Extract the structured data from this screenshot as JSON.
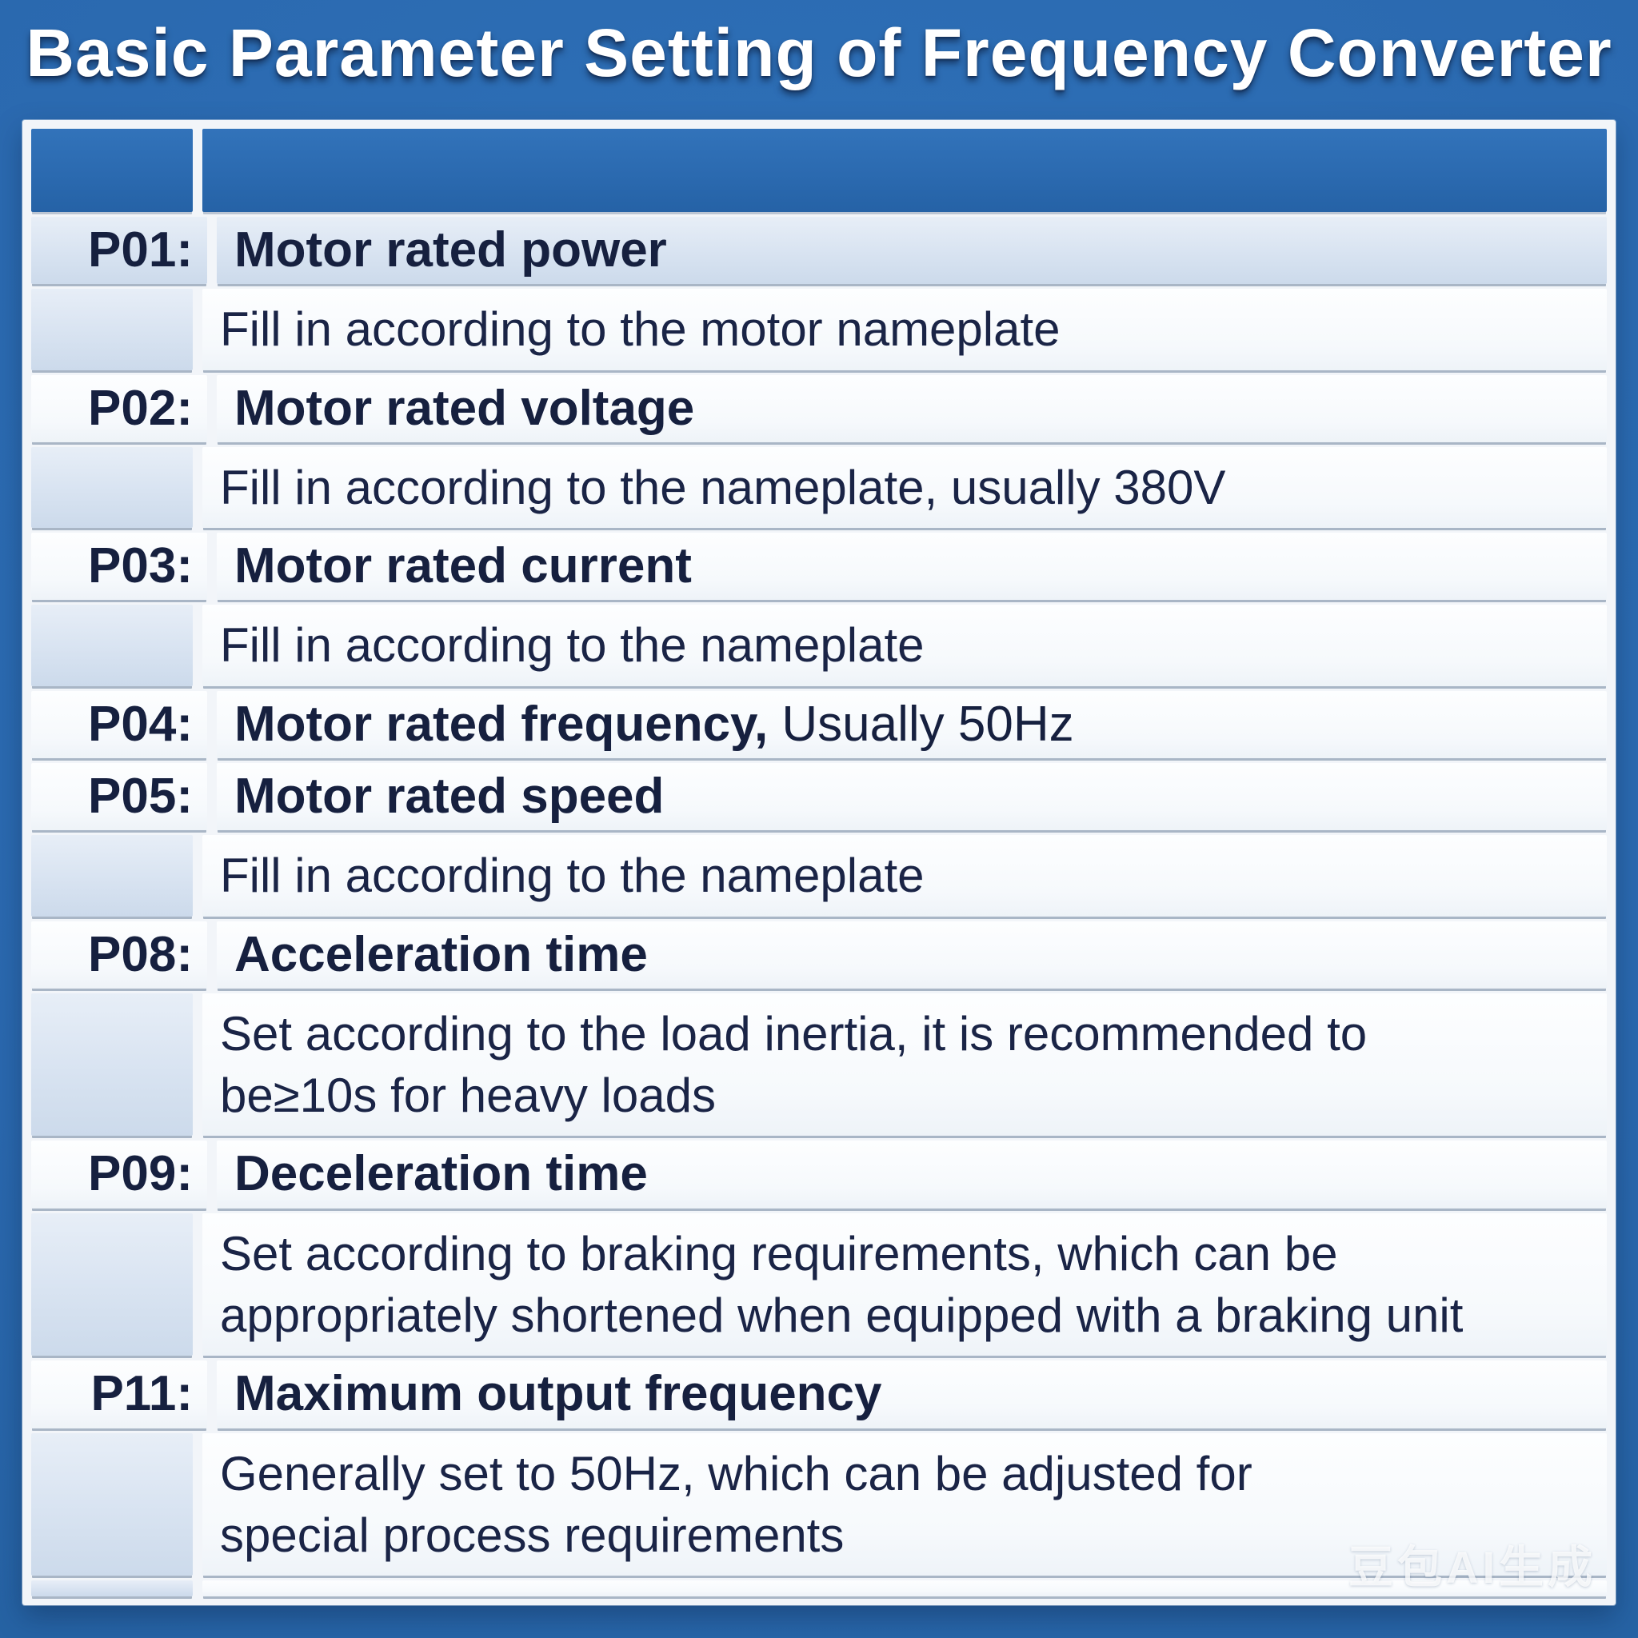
{
  "title": "Basic Parameter Setting of Frequency Converter",
  "watermark": "豆包AI生成",
  "colors": {
    "background_blue": "#2a68ae",
    "header_row_blue": "#2b6ab0",
    "text_navy": "#16203f",
    "highlight_lightblue": "#d8e3f1",
    "cell_white": "#f8fafc",
    "separator_gray": "#a9b6c6",
    "title_white": "#ffffff"
  },
  "table": {
    "rows": [
      {
        "type": "header"
      },
      {
        "type": "label",
        "param": "P01:",
        "name": "Motor rated power",
        "highlight": true
      },
      {
        "type": "desc",
        "text": "Fill in according to the motor nameplate"
      },
      {
        "type": "label",
        "param": "P02:",
        "name": "Motor rated voltage"
      },
      {
        "type": "desc",
        "text": "Fill in according to the nameplate, usually 380V"
      },
      {
        "type": "label",
        "param": "P03:",
        "name": "Motor rated current"
      },
      {
        "type": "desc",
        "text": "Fill in according to the nameplate"
      },
      {
        "type": "label",
        "param": "P04:",
        "name": "Motor rated frequency,",
        "suffix": " Usually 50Hz"
      },
      {
        "type": "label",
        "param": "P05:",
        "name": "Motor rated speed"
      },
      {
        "type": "desc",
        "text": "Fill in according to the nameplate"
      },
      {
        "type": "label",
        "param": "P08:",
        "name": "Acceleration time"
      },
      {
        "type": "desc",
        "text": "Set according to the load inertia, it is recommended to\nbe≥10s for heavy loads"
      },
      {
        "type": "label",
        "param": "P09:",
        "name": "Deceleration time"
      },
      {
        "type": "desc",
        "text": "Set according to braking requirements, which can be\nappropriately shortened when equipped with a braking unit"
      },
      {
        "type": "label",
        "param": "P11:",
        "name": "Maximum output frequency"
      },
      {
        "type": "desc",
        "text": "Generally set to 50Hz, which can be adjusted for\nspecial process requirements"
      },
      {
        "type": "spacer"
      }
    ]
  }
}
